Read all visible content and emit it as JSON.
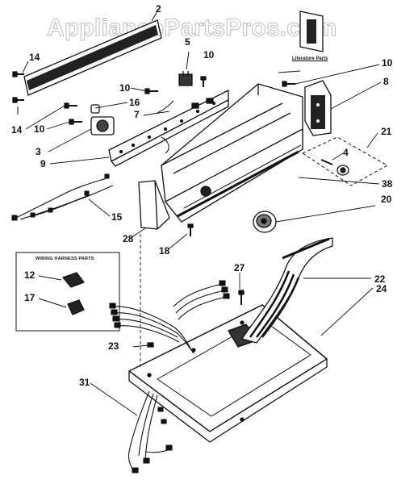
{
  "watermark": "AppliancePartsPros.com",
  "literature_label": "Literature Parts",
  "wiring_box_title": "WIRING HARNESS PARTS",
  "callouts": {
    "c2": "2",
    "c14a": "14",
    "c14b": "14",
    "c5": "5",
    "c10a": "10",
    "c10b": "10",
    "c10c": "10",
    "c10d": "10",
    "c16": "16",
    "c7": "7",
    "c3": "3",
    "c9": "9",
    "c8": "8",
    "c21": "21",
    "c4": "4",
    "c38": "38",
    "c20": "20",
    "c15": "15",
    "c28": "28",
    "c18": "18",
    "c12": "12",
    "c17": "17",
    "c27": "27",
    "c22": "22",
    "c24": "24",
    "c23": "23",
    "c31": "31"
  }
}
